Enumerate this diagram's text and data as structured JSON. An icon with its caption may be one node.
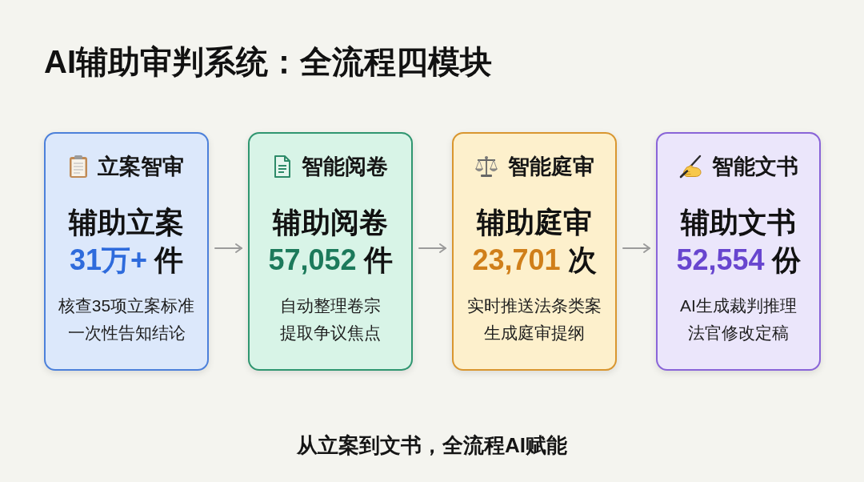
{
  "diagram": {
    "title": "AI辅助审判系统：全流程四模块",
    "nodes": [
      {
        "text": [
          "立案智审",
          "辅助立案",
          "31万+",
          "件",
          "核查35项立案标准",
          "一次性告知结论"
        ]
      },
      {
        "text": [
          "智能阅卷",
          "辅助阅卷",
          "57,052",
          "件",
          "自动整理卷宗",
          "提取争议焦点"
        ]
      },
      {
        "text": [
          "智能庭审",
          "辅助庭审",
          "23,701",
          "次",
          "实时推送法条类案",
          "生成庭审提纲"
        ]
      },
      {
        "text": [
          "智能文书",
          "辅助文书",
          "52,554",
          "份",
          "AI生成裁判推理",
          "法官修改定稿"
        ]
      }
    ],
    "edges": [
      {
        "from": 0,
        "to": 1,
        "arrow": "to"
      },
      {
        "from": 1,
        "to": 2,
        "arrow": "to"
      },
      {
        "from": 2,
        "to": 3,
        "arrow": "to"
      }
    ],
    "caption": "从立案到文书，全流程AI赋能"
  }
}
